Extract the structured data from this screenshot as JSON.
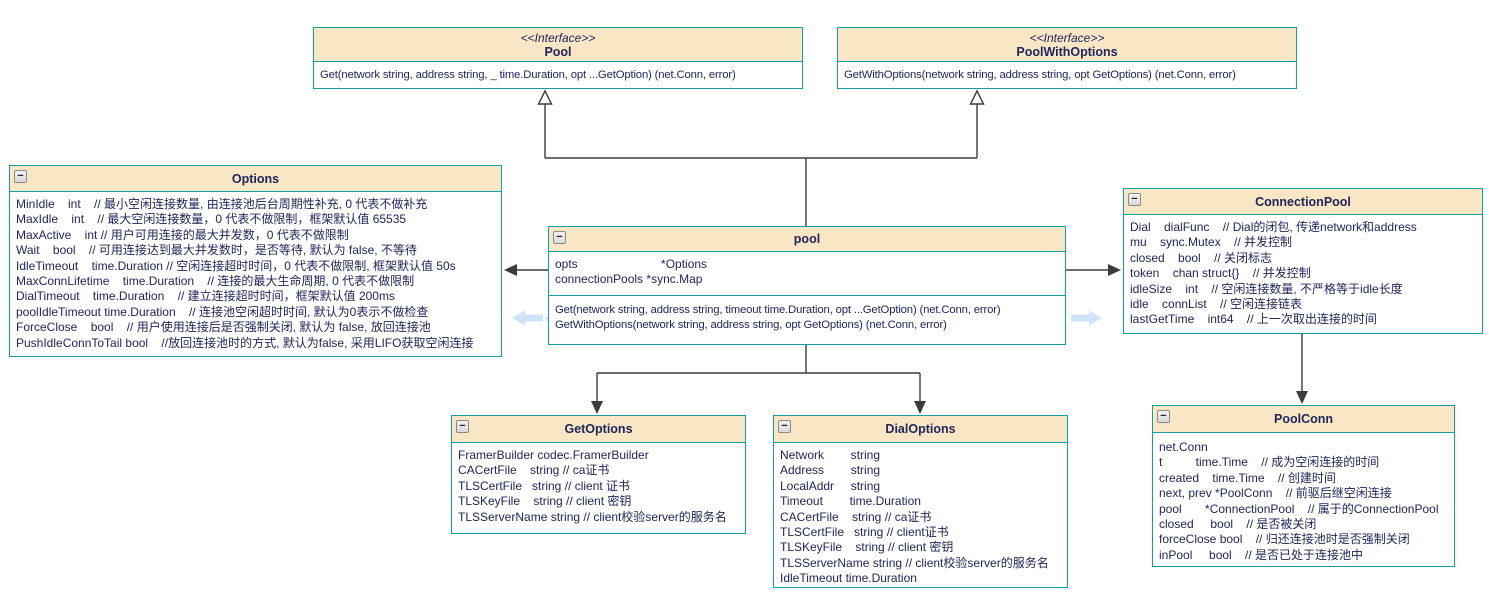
{
  "colors": {
    "border": "#12a0a6",
    "header_fill": "#f8e6c5",
    "text": "#20265a",
    "connector": "#3b3b3b",
    "hint_arrow": "#cfe4f8"
  },
  "icons": {
    "collapse": "−",
    "edge_hint_marker": "✳"
  },
  "classes": {
    "pool_iface": {
      "stereotype": "<<Interface>>",
      "title": "Pool",
      "methods": [
        "Get(network string, address string, _ time.Duration, opt ...GetOption) (net.Conn, error)"
      ]
    },
    "pwo_iface": {
      "stereotype": "<<Interface>>",
      "title": "PoolWithOptions",
      "methods": [
        "GetWithOptions(network string, address string, opt GetOptions) (net.Conn, error)"
      ]
    },
    "options": {
      "title": "Options",
      "lines": [
        "MinIdle    int    // 最小空闲连接数量, 由连接池后台周期性补充, 0 代表不做补充",
        "MaxIdle    int    // 最大空闲连接数量，0 代表不做限制，框架默认值 65535",
        "MaxActive    int // 用户可用连接的最大并发数，0 代表不做限制",
        "Wait    bool    // 可用连接达到最大并发数时，是否等待, 默认为 false, 不等待",
        "IdleTimeout    time.Duration // 空闲连接超时时间，0 代表不做限制, 框架默认值 50s",
        "MaxConnLifetime    time.Duration    // 连接的最大生命周期, 0 代表不做限制",
        "DialTimeout    time.Duration    // 建立连接超时时间，框架默认值 200ms",
        "poolIdleTimeout time.Duration    // 连接池空闲超时时间, 默认为0表示不做检查",
        "ForceClose    bool    // 用户使用连接后是否强制关闭, 默认为 false, 放回连接池",
        "PushIdleConnToTail bool    //放回连接池时的方式, 默认为false, 采用LIFO获取空闲连接"
      ]
    },
    "pool": {
      "title": "pool",
      "fields": [
        "opts                         *Options",
        "connectionPools *sync.Map"
      ],
      "methods": [
        "Get(network string, address string, timeout time.Duration, opt ...GetOption) (net.Conn, error)",
        "GetWithOptions(network string, address string, opt GetOptions) (net.Conn, error)"
      ]
    },
    "conn_pool": {
      "title": "ConnectionPool",
      "lines": [
        "Dial    dialFunc    // Dial的闭包, 传递network和address",
        "mu    sync.Mutex    // 并发控制",
        "closed    bool    // 关闭标志",
        "token    chan struct{}    // 并发控制",
        "idleSize    int    // 空闲连接数量, 不严格等于idle长度",
        "idle    connList    // 空闲连接链表",
        "lastGetTime    int64    // 上一次取出连接的时间"
      ]
    },
    "get_options": {
      "title": "GetOptions",
      "lines": [
        "FramerBuilder codec.FramerBuilder",
        "CACertFile    string // ca证书",
        "TLSCertFile   string // client 证书",
        "TLSKeyFile    string // client 密钥",
        "TLSServerName string // client校验server的服务名"
      ]
    },
    "dial_options": {
      "title": "DialOptions",
      "lines": [
        "Network        string",
        "Address        string",
        "LocalAddr     string",
        "Timeout        time.Duration",
        "CACertFile    string // ca证书",
        "TLSCertFile   string // client证书",
        "TLSKeyFile    string // client 密钥",
        "TLSServerName string // client校验server的服务名",
        "IdleTimeout time.Duration"
      ]
    },
    "pool_conn": {
      "title": "PoolConn",
      "lines": [
        "net.Conn",
        "t          time.Time    // 成为空闲连接的时间",
        "created    time.Time    // 创建时间",
        "next, prev *PoolConn    // 前驱后继空闲连接",
        "pool       *ConnectionPool    // 属于的ConnectionPool",
        "closed     bool    // 是否被关闭",
        "forceClose bool    // 归还连接池时是否强制关闭",
        "inPool     bool    // 是否已处于连接池中"
      ]
    }
  }
}
